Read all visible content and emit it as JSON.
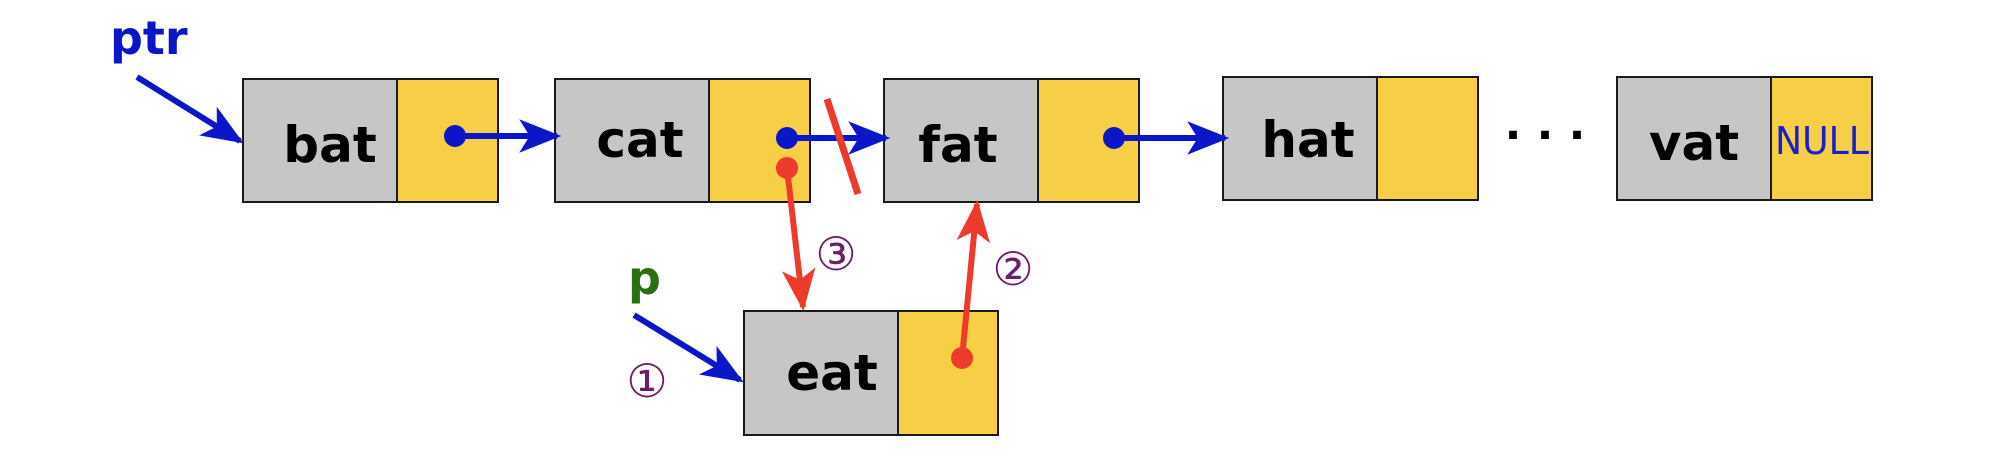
{
  "colors": {
    "data_cell": "#c6c6c6",
    "link_cell": "#f7cf46",
    "cell_border": "#1a1a1a",
    "pointer_blue": "#0a16c8",
    "insert_red": "#ee3a2a",
    "label_blue": "#0a16c8",
    "label_green": "#2c6e12",
    "step_purple": "#6a1f6a"
  },
  "nodes": [
    {
      "id": "bat",
      "label": "bat"
    },
    {
      "id": "cat",
      "label": "cat"
    },
    {
      "id": "fat",
      "label": "fat"
    },
    {
      "id": "hat",
      "label": "hat"
    },
    {
      "id": "vat",
      "label": "vat",
      "link_text": "NULL"
    },
    {
      "id": "eat",
      "label": "eat"
    }
  ],
  "ellipsis": "· · ·",
  "pointers": {
    "ptr": "ptr",
    "p": "p"
  },
  "steps": {
    "step1": "①",
    "step2": "②",
    "step3": "③"
  }
}
